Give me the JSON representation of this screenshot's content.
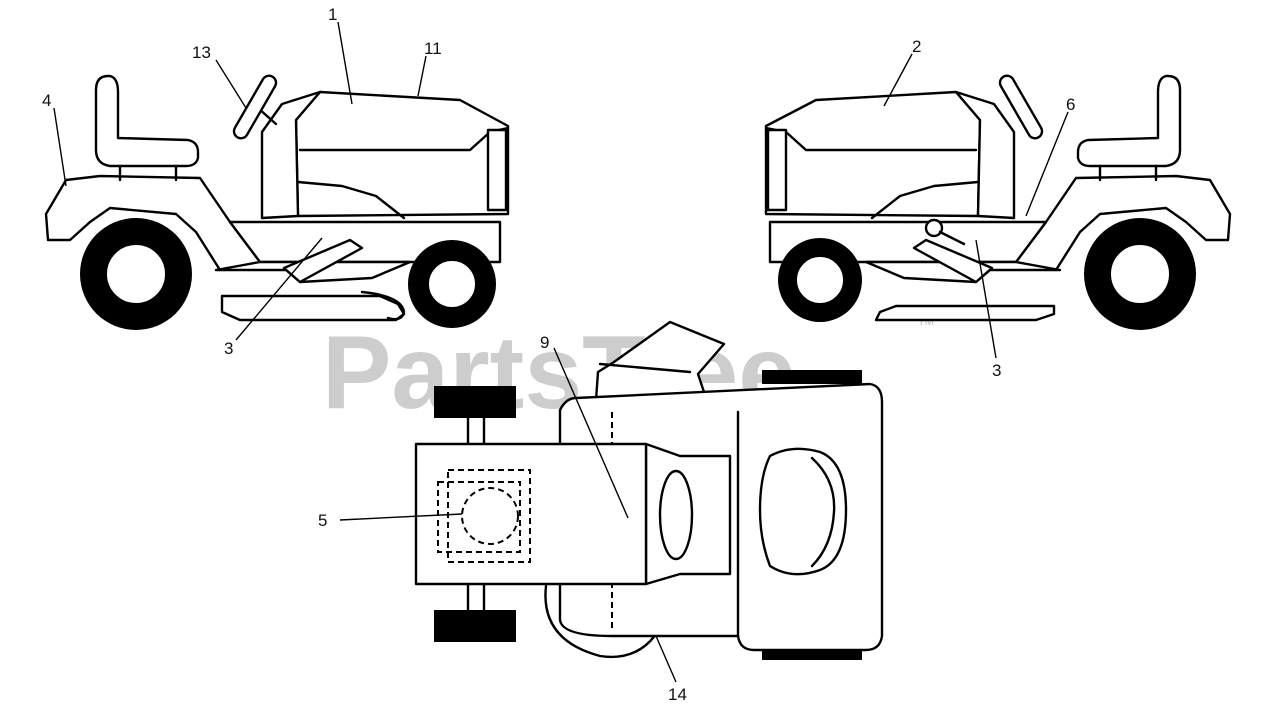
{
  "watermark": {
    "text": "PartsTree",
    "tm": "TM"
  },
  "callouts": {
    "c1": "1",
    "c2": "2",
    "c3_left": "3",
    "c3_right": "3",
    "c4": "4",
    "c5": "5",
    "c6": "6",
    "c9": "9",
    "c11": "11",
    "c13": "13",
    "c14": "14"
  }
}
